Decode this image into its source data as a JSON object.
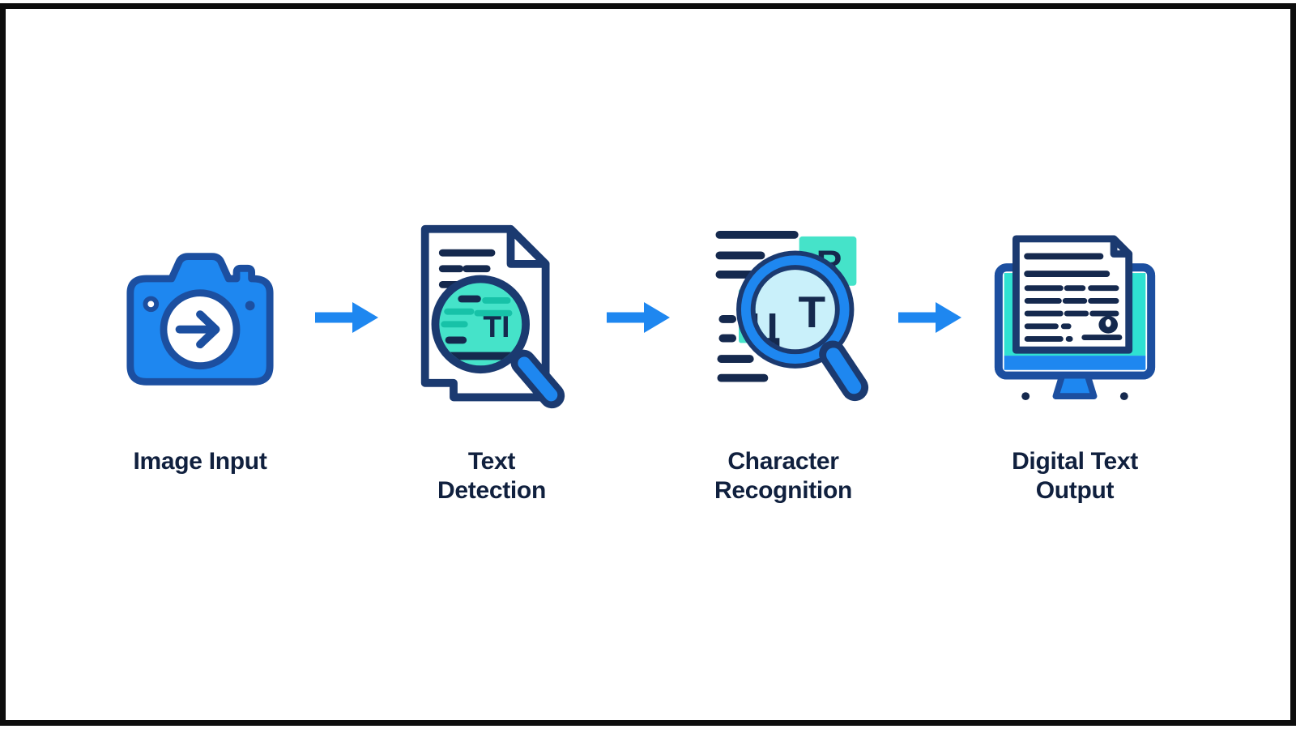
{
  "palette": {
    "blue": "#1E87F0",
    "blue_outline": "#1C4FA0",
    "navy_outline": "#1B3A70",
    "text_line_navy": "#15294E",
    "teal": "#45E3C9",
    "teal_dark": "#17C2A8",
    "teal_screen": "#2FE1D2",
    "lens_blue": "#C9F0FA",
    "label_color": "#10203E",
    "frame_color": "#0d0d0d",
    "page_bg": "#ffffff"
  },
  "diagram": {
    "type": "flowchart",
    "direction": "left-to-right",
    "connector": "arrow-right",
    "stages": [
      {
        "id": "image-input",
        "icon": "camera-icon",
        "label": "Image Input",
        "line1": "Image Input",
        "line2": ""
      },
      {
        "id": "text-detection",
        "icon": "document-magnifier-icon",
        "label": "Text Detection",
        "line1": "Text",
        "line2": "Detection",
        "lens_text": "TI"
      },
      {
        "id": "character-recognition",
        "icon": "text-magnifier-icon",
        "label": "Character Recognition",
        "line1": "Character",
        "line2": "Recognition",
        "letters": {
          "box_top": "R",
          "box_left": "Ц",
          "lens": "T"
        }
      },
      {
        "id": "digital-text-output",
        "icon": "monitor-document-icon",
        "label": "Digital Text Output",
        "line1": "Digital Text",
        "line2": "Output"
      }
    ]
  }
}
